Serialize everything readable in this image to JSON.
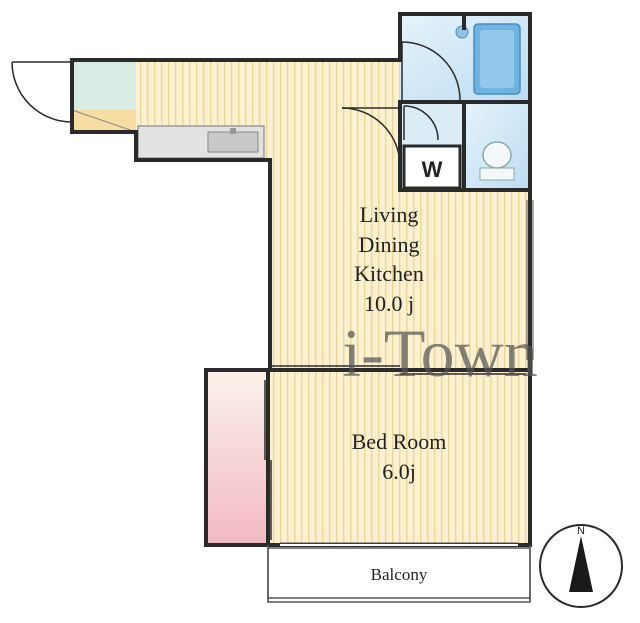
{
  "ldk": {
    "line1": "Living",
    "line2": "Dining",
    "line3": "Kitchen",
    "size": "10.0 j"
  },
  "bedroom": {
    "line1": "Bed Room",
    "size": "6.0j"
  },
  "balcony": {
    "label": "Balcony"
  },
  "washroom": {
    "label": "W"
  },
  "watermark": {
    "text": "i-Town"
  },
  "compass": {
    "label": "N"
  },
  "colors": {
    "wall": "#2a2a2a",
    "floor_wood": "#fbf0cf",
    "floor_stripe": "#f1dfa4",
    "wet_area": "#cfe6f6",
    "closet_pink": "#f4c9cf",
    "entrance_green": "#d8ece4",
    "entrance_orange": "#f7dca3",
    "kitchen_grey": "#dedede"
  }
}
